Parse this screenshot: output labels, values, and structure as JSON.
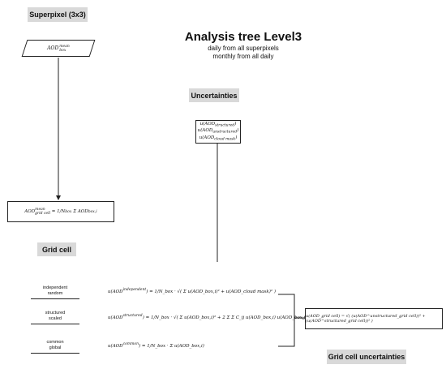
{
  "labels": {
    "superpixel": "Superpixel (3x3)",
    "uncertainties": "Uncertainties",
    "grid_cell": "Grid cell",
    "grid_cell_uncertainties": "Grid cell uncertainties"
  },
  "title": {
    "main": "Analysis tree Level3",
    "line1": "daily from all superpixels",
    "line2": "monthly from all daily"
  },
  "input": {
    "base": "AOD",
    "sup": "mean",
    "sub": "box"
  },
  "uncertainty_box": {
    "line1": "u(AOD",
    "line1_sub": "structured",
    "line2_sub": "unstructured",
    "line3_sub": "cloud mask"
  },
  "grid_formula": {
    "lhs_sup": "mean",
    "lhs_sub": "grid cell",
    "eq": "= 1/N",
    "n_sub": "box",
    "sum": "Σ AOD",
    "sum_sub": "box,i"
  },
  "rows": [
    {
      "label_top": "independent",
      "label_bottom": "random",
      "equation": "u(AOD",
      "eq_sup": "independent",
      "eq_rest": ") = 1/N_box · √( Σ u(AOD_box,i)² + u(AOD_cloud mask)² )"
    },
    {
      "label_top": "structured",
      "label_bottom": "scaled",
      "equation": "u(AOD",
      "eq_sup": "structured",
      "eq_rest": ") = 1/N_box · √( Σ u(AOD_box,i)² + 2 Σ Σ C_ij u(AOD_box,i) u(AOD_box,j) )"
    },
    {
      "label_top": "common",
      "label_bottom": "global",
      "equation": "u(AOD",
      "eq_sup": "common",
      "eq_rest": ") = 1/N_box · Σ u(AOD_box,i)"
    }
  ],
  "result": {
    "text": "u(AOD_grid cell) = √( (u(AOD^unstructured_grid cell))² + (u(AOD^structured_grid cell))² )"
  }
}
